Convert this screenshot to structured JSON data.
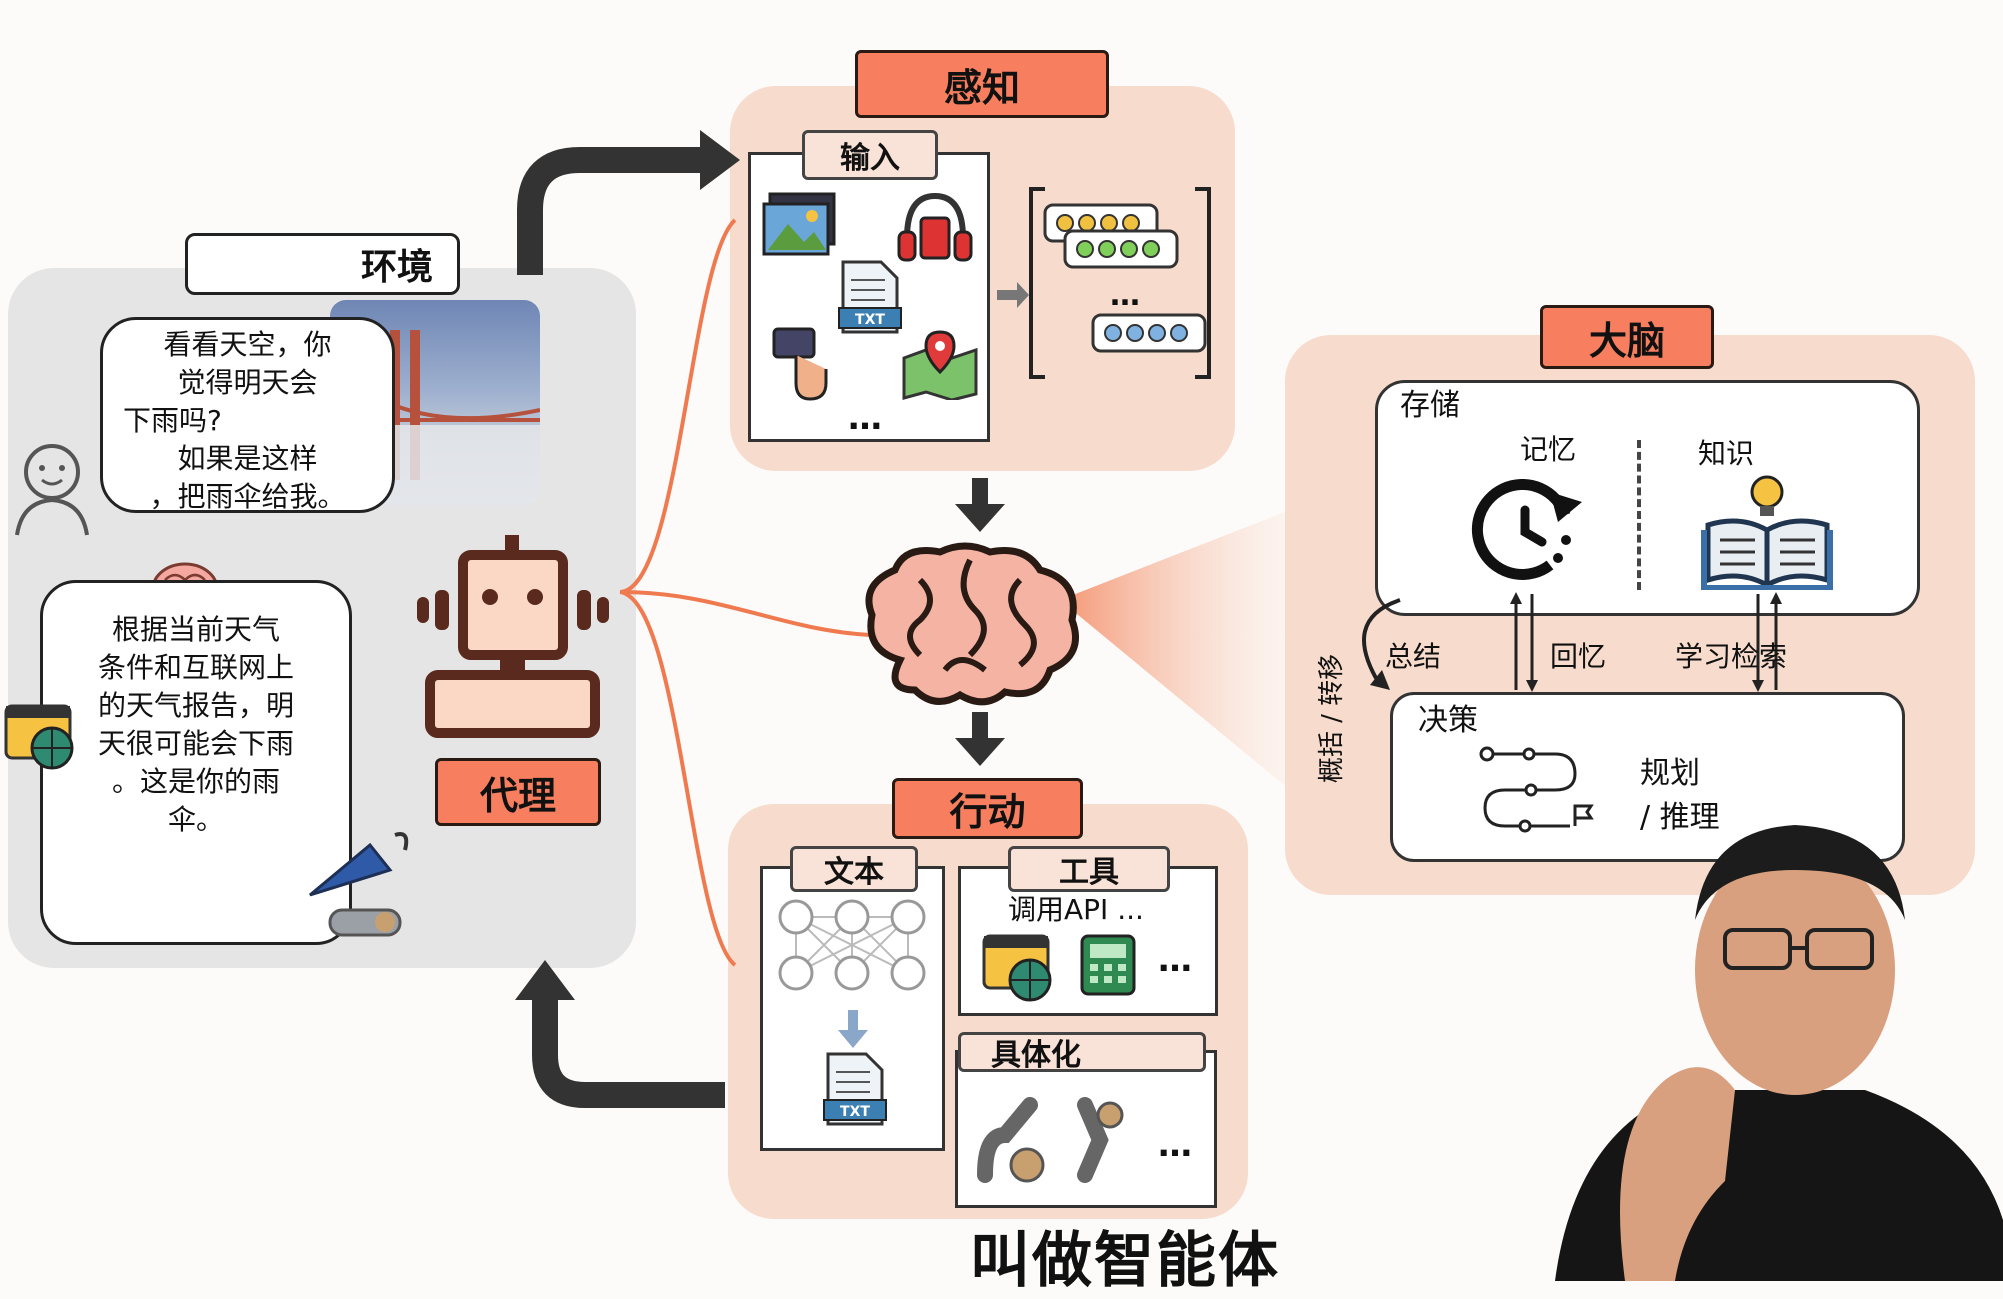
{
  "environment": {
    "title": "环境",
    "user_bubble": [
      "看看天空，你",
      "觉得明天会",
      "下雨吗?",
      "如果是这样",
      "，把雨伞给我。"
    ],
    "agent_bubble": [
      "根据当前天气",
      "条件和互联网上",
      "的天气报告，明",
      "天很可能会下雨",
      "。这是你的雨",
      "伞。"
    ]
  },
  "agent": {
    "label": "代理"
  },
  "perception": {
    "title": "感知",
    "input_tab": "输入",
    "ellipsis": "…",
    "token_ellipsis": "…",
    "txt_icon_label": "TXT"
  },
  "brain": {
    "title": "大脑",
    "storage": "存储",
    "memory": "记忆",
    "knowledge": "知识",
    "summarize": "总结",
    "recall": "回忆",
    "learn_retrieve": "学习检索",
    "generalize": "概括 / 转移",
    "decision": "决策",
    "plan_line1": "规划",
    "plan_line2": "/ 推理"
  },
  "action": {
    "title": "行动",
    "text_tab": "文本",
    "tool_tab": "工具",
    "api_call": "调用API ...",
    "tool_ellipsis": "…",
    "embodiment_tab": "具体化",
    "embodiment_ellipsis": "…",
    "txt_icon_label": "TXT"
  },
  "caption": "叫做智能体",
  "colors": {
    "accent_orange": "#f77f5f",
    "panel_peach": "#f7dccd",
    "panel_gray": "#e5e5e5",
    "arrow_dark": "#333333",
    "connector_orange": "#f07a50"
  }
}
